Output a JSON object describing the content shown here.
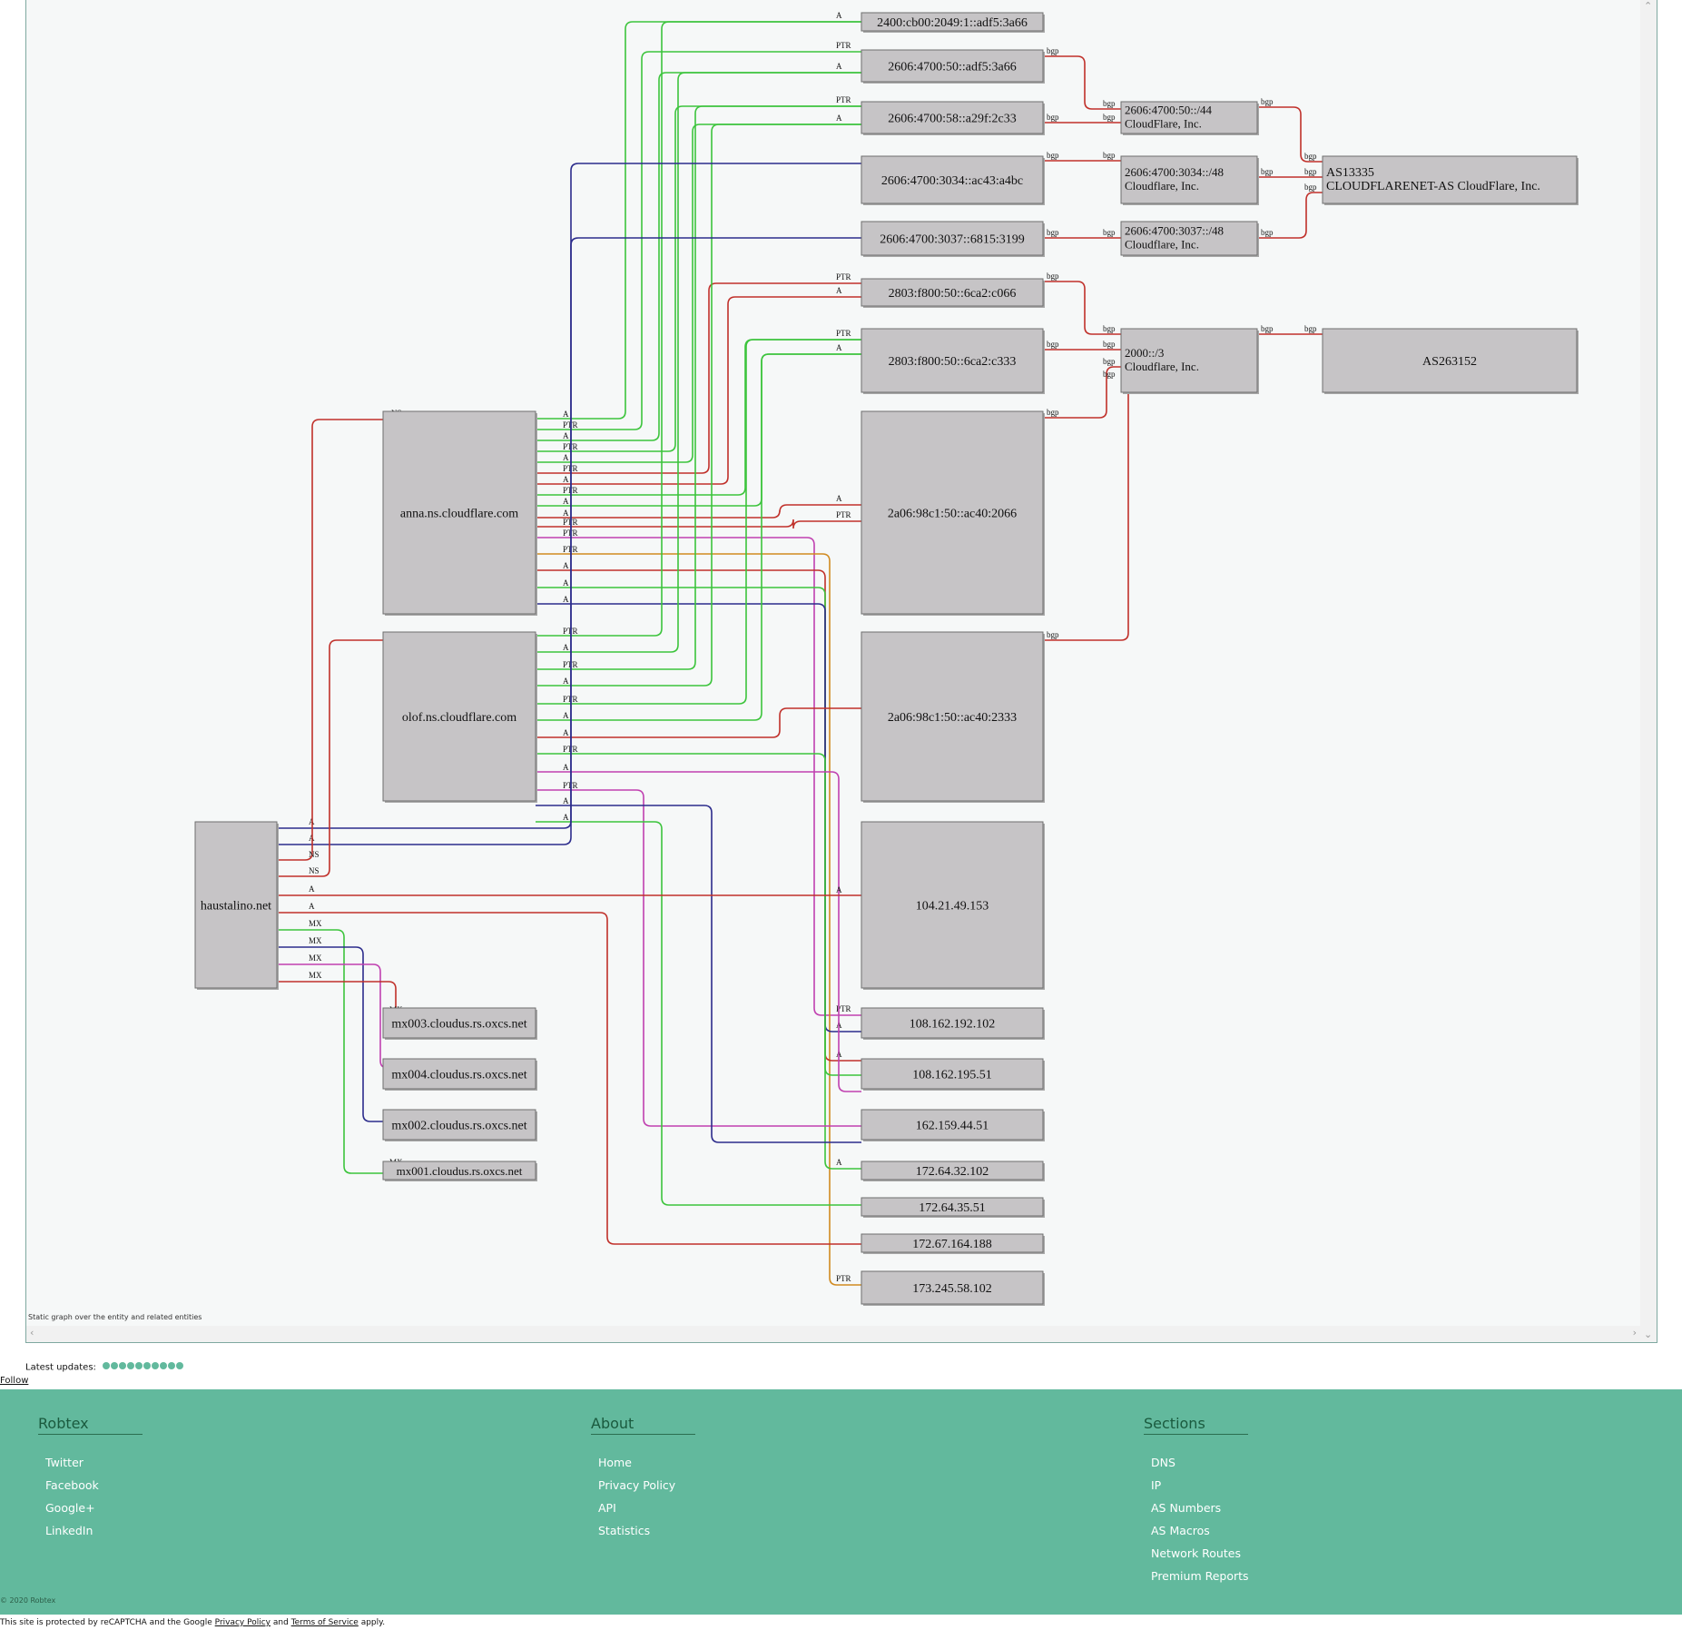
{
  "graph": {
    "caption": "Static graph over the entity and related entities",
    "nodes": [
      {
        "id": "haustalino",
        "label": "haustalino.net"
      },
      {
        "id": "anna",
        "label": "anna.ns.cloudflare.com"
      },
      {
        "id": "olof",
        "label": "olof.ns.cloudflare.com"
      },
      {
        "id": "mx003",
        "label": "mx003.cloudus.rs.oxcs.net"
      },
      {
        "id": "mx004",
        "label": "mx004.cloudus.rs.oxcs.net"
      },
      {
        "id": "mx002",
        "label": "mx002.cloudus.rs.oxcs.net"
      },
      {
        "id": "mx001",
        "label": "mx001.cloudus.rs.oxcs.net"
      },
      {
        "id": "ip1",
        "label": "2400:cb00:2049:1::adf5:3a66"
      },
      {
        "id": "ip2",
        "label": "2606:4700:50::adf5:3a66"
      },
      {
        "id": "ip3",
        "label": "2606:4700:58::a29f:2c33"
      },
      {
        "id": "ip4",
        "label": "2606:4700:3034::ac43:a4bc"
      },
      {
        "id": "ip5",
        "label": "2606:4700:3037::6815:3199"
      },
      {
        "id": "ip6",
        "label": "2803:f800:50::6ca2:c066"
      },
      {
        "id": "ip7",
        "label": "2803:f800:50::6ca2:c333"
      },
      {
        "id": "ip8",
        "label": "2a06:98c1:50::ac40:2066"
      },
      {
        "id": "ip9",
        "label": "2a06:98c1:50::ac40:2333"
      },
      {
        "id": "ip10",
        "label": "104.21.49.153"
      },
      {
        "id": "ip11",
        "label": "108.162.192.102"
      },
      {
        "id": "ip12",
        "label": "108.162.195.51"
      },
      {
        "id": "ip13",
        "label": "162.159.44.51"
      },
      {
        "id": "ip14",
        "label": "172.64.32.102"
      },
      {
        "id": "ip15",
        "label": "172.64.35.51"
      },
      {
        "id": "ip16",
        "label": "172.67.164.188"
      },
      {
        "id": "ip17",
        "label": "173.245.58.102"
      },
      {
        "id": "net1",
        "label": [
          "2606:4700:50::/44",
          "CloudFlare, Inc."
        ]
      },
      {
        "id": "net2",
        "label": [
          "2606:4700:3034::/48",
          "Cloudflare, Inc."
        ]
      },
      {
        "id": "net3",
        "label": [
          "2606:4700:3037::/48",
          "Cloudflare, Inc."
        ]
      },
      {
        "id": "net4",
        "label": [
          "2000::/3",
          "Cloudflare, Inc."
        ]
      },
      {
        "id": "as1",
        "label": [
          "AS13335",
          "CLOUDFLARENET-AS CloudFlare, Inc."
        ]
      },
      {
        "id": "as2",
        "label": "AS263152"
      }
    ],
    "edge_labels": [
      "A",
      "PTR",
      "NS",
      "MX",
      "bgp"
    ],
    "colors": {
      "red": "#c0302a",
      "green": "#3cc43c",
      "blue": "#2c2c8c",
      "magenta": "#c040b0",
      "orange": "#d08a20",
      "node_fill": "#c6c4c6",
      "node_stroke": "#6e6e6e"
    }
  },
  "updates": {
    "label": "Latest updates:",
    "count": 10
  },
  "follow": "Follow",
  "footer": {
    "robtex": {
      "title": "Robtex",
      "items": [
        "Twitter",
        "Facebook",
        "Google+",
        "LinkedIn"
      ]
    },
    "about": {
      "title": "About",
      "items": [
        "Home",
        "Privacy Policy",
        "API",
        "Statistics"
      ]
    },
    "sections": {
      "title": "Sections",
      "items": [
        "DNS",
        "IP",
        "AS Numbers",
        "AS Macros",
        "Network Routes",
        "Premium Reports"
      ]
    },
    "copyright": "© 2020 Robtex"
  },
  "recaptcha": {
    "pre": "This site is protected by reCAPTCHA and the Google ",
    "privacy": "Privacy Policy",
    "and": " and ",
    "terms": "Terms of Service",
    "post": " apply."
  }
}
